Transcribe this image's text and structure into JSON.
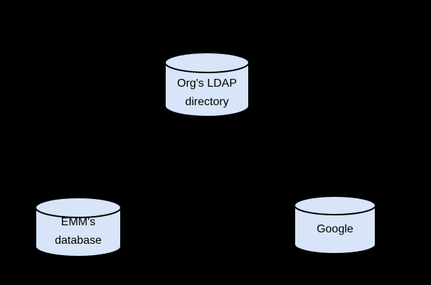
{
  "diagram": {
    "background_color": "#000000",
    "style": {
      "node_fill": "#d8e4f8",
      "node_stroke": "#000000",
      "text_color": "#000000"
    },
    "nodes": [
      {
        "id": "org-ldap-directory",
        "type": "database-cylinder",
        "lines": [
          "Org's LDAP",
          "directory"
        ]
      },
      {
        "id": "emm-database",
        "type": "database-cylinder",
        "lines": [
          "EMM's",
          "database"
        ]
      },
      {
        "id": "google",
        "type": "database-cylinder",
        "lines": [
          "Google"
        ]
      }
    ]
  }
}
